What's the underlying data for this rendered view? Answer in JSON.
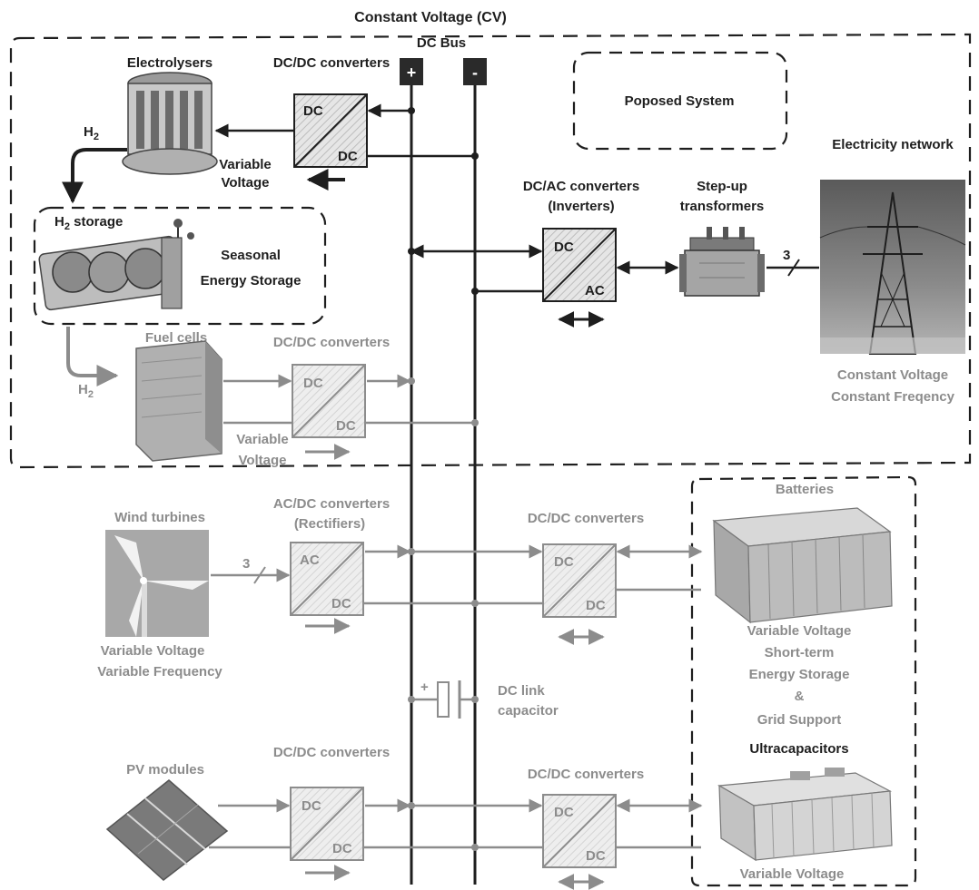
{
  "header": {
    "title": "Constant Voltage (CV)",
    "bus_label": "DC Bus",
    "bus_plus": "+",
    "bus_minus": "-"
  },
  "legend": {
    "proposed": "Poposed System"
  },
  "electrolysers": {
    "label": "Electrolysers",
    "h2": "H",
    "h2_sub": "2",
    "var1": "Variable",
    "var2": "Voltage"
  },
  "conv_electrolyser": {
    "title": "DC/DC converters",
    "top": "DC",
    "bottom": "DC"
  },
  "h2_storage": {
    "label": "H",
    "label_sub": "2",
    "label_rest": " storage",
    "seasonal1": "Seasonal",
    "seasonal2": "Energy Storage"
  },
  "fuel_cells": {
    "label": "Fuel cells",
    "h2": "H",
    "h2_sub": "2",
    "var1": "Variable",
    "var2": "Voltage"
  },
  "conv_fuelcell": {
    "title": "DC/DC converters",
    "top": "DC",
    "bottom": "DC"
  },
  "inverter": {
    "title1": "DC/AC converters",
    "title2": "(Inverters)",
    "top": "DC",
    "bottom": "AC"
  },
  "transformer": {
    "title1": "Step-up",
    "title2": "transformers",
    "phase": "3"
  },
  "grid": {
    "label": "Electricity network",
    "cv": "Constant Voltage",
    "cf": "Constant Freqency"
  },
  "wind": {
    "label": "Wind turbines",
    "phase": "3",
    "var1": "Variable Voltage",
    "var2": "Variable Frequency"
  },
  "rectifier": {
    "title1": "AC/DC converters",
    "title2": "(Rectifiers)",
    "top": "AC",
    "bottom": "DC"
  },
  "conv_battery": {
    "title": "DC/DC converters",
    "top": "DC",
    "bottom": "DC"
  },
  "batteries": {
    "label": "Batteries",
    "l1": "Variable Voltage",
    "l2": "Short-term",
    "l3": "Energy Storage",
    "l4": "&",
    "l5": "Grid Support"
  },
  "capacitor": {
    "plus": "+",
    "l1": "DC link",
    "l2": "capacitor"
  },
  "pv": {
    "label": "PV modules"
  },
  "conv_pv": {
    "title": "DC/DC converters",
    "top": "DC",
    "bottom": "DC"
  },
  "conv_ultracap": {
    "title": "DC/DC converters",
    "top": "DC",
    "bottom": "DC"
  },
  "ultracap": {
    "label": "Ultracapacitors",
    "var": "Variable Voltage"
  },
  "colors": {
    "dark": "#1e1e1e",
    "grey": "#8c8c8c",
    "busfill": "#2a2a2a"
  }
}
